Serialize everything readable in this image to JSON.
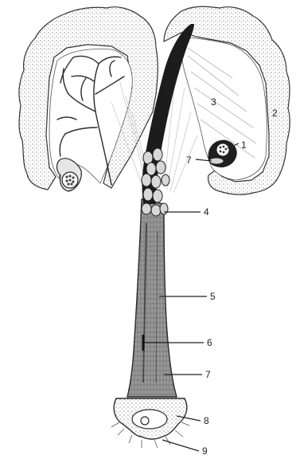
{
  "figure": {
    "labels": {
      "l1": "1",
      "l2": "2",
      "l3": "3",
      "l4": "4",
      "l5": "5",
      "l6": "6",
      "l7a": "7",
      "l7b": "7",
      "l8": "8",
      "l9": "9"
    }
  },
  "colors": {
    "ink": "#222222",
    "wall_stipple": "#9a9a9a",
    "dark_core": "#1c1c1c",
    "stem_fill": "#8a8a8a",
    "paper": "#ffffff"
  }
}
